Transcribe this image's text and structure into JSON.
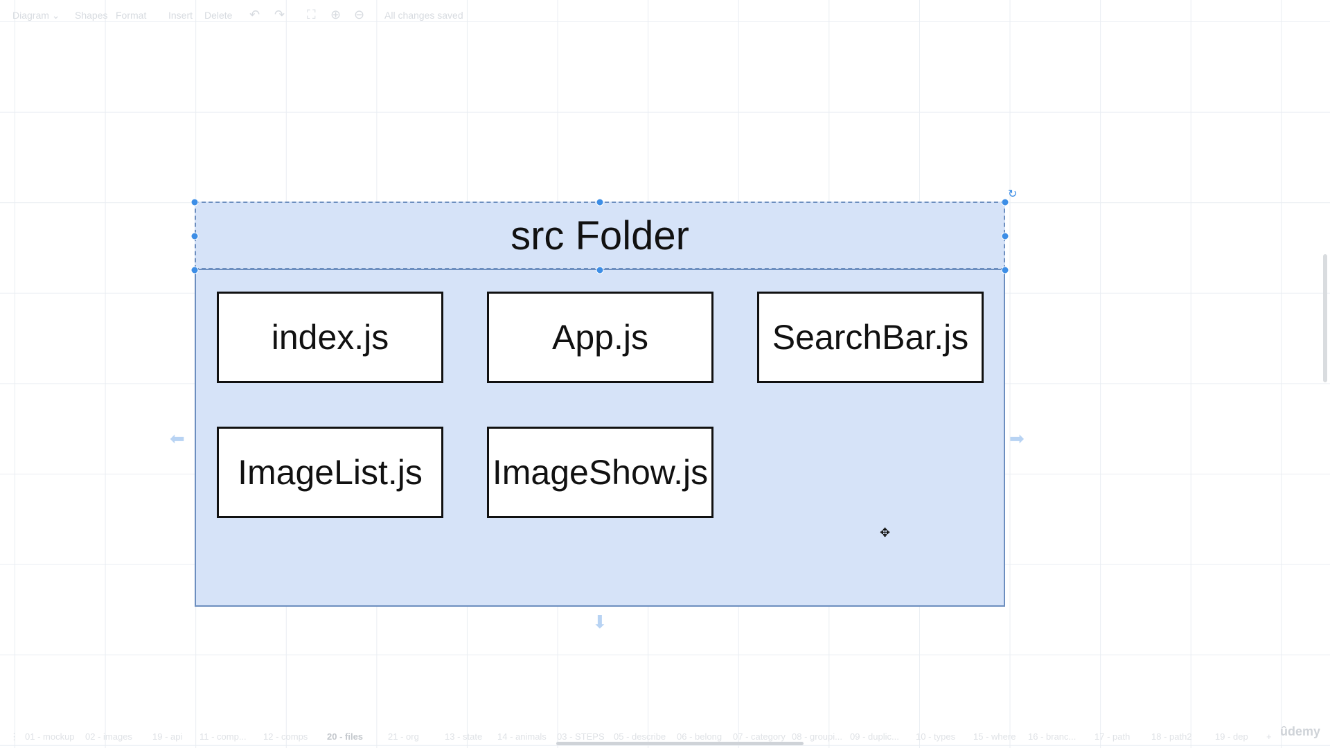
{
  "toolbar": {
    "diagram_label": "Diagram",
    "shapes_label": "Shapes",
    "format_label": "Format",
    "insert_label": "Insert",
    "delete_label": "Delete",
    "status_text": "All changes saved"
  },
  "diagram": {
    "container_title": "src Folder",
    "files": [
      "index.js",
      "App.js",
      "SearchBar.js",
      "ImageList.js",
      "ImageShow.js"
    ]
  },
  "tabs": [
    "01 - mockup",
    "02 - images",
    "19 - api",
    "11 - comp...",
    "12 - comps",
    "20 - files",
    "21 - org",
    "13 - state",
    "14 - animals",
    "03 - STEPS",
    "05 - describe",
    "06 - belong",
    "07 - category",
    "08 - groupi...",
    "09 - duplic...",
    "10 - types",
    "15 - where",
    "16 - branc...",
    "17 - path",
    "18 - path2",
    "19 - dep"
  ],
  "active_tab": "20 - files",
  "watermark": "ûdemy",
  "colors": {
    "container_fill": "#d6e3f8",
    "container_stroke": "#6c8ebf",
    "selection_handle": "#3d8ee6"
  }
}
